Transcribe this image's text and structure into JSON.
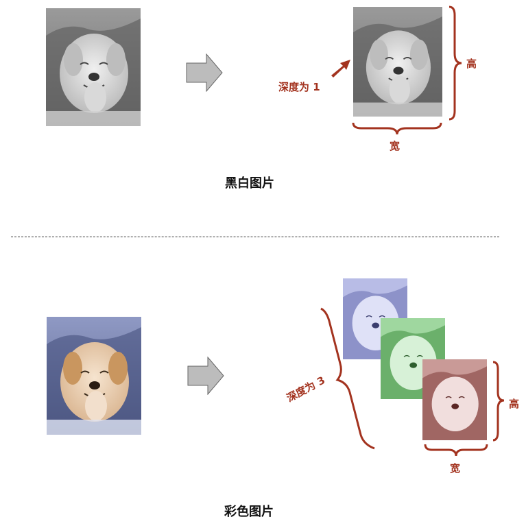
{
  "top": {
    "caption": "黑白图片",
    "depth_label": "深度为 1",
    "height_label": "高",
    "width_label": "宽"
  },
  "bottom": {
    "caption": "彩色图片",
    "depth_label": "深度为 3",
    "height_label": "高",
    "width_label": "宽"
  },
  "colors": {
    "label_red": "#a3331f",
    "arrow_gray": "#bcbcbc",
    "channel_blue": "#b8bce6",
    "channel_green": "#9fd79f",
    "channel_red": "#c99a97"
  }
}
